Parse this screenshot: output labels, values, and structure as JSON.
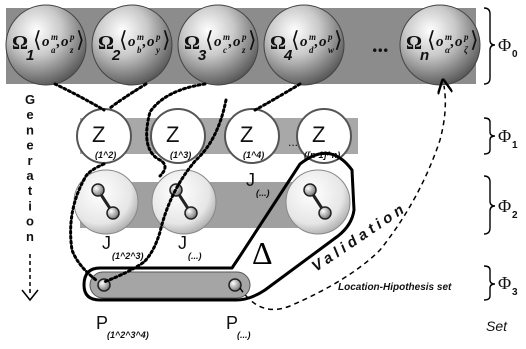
{
  "phi_levels": [
    {
      "symbol": "Φ",
      "sub": "0"
    },
    {
      "symbol": "Φ",
      "sub": "1"
    },
    {
      "symbol": "Φ",
      "sub": "2"
    },
    {
      "symbol": "Φ",
      "sub": "3"
    }
  ],
  "omega_nodes": [
    {
      "index": "1",
      "sub1": "a",
      "sub2": "z"
    },
    {
      "index": "2",
      "sub1": "b",
      "sub2": "y"
    },
    {
      "index": "3",
      "sub1": "c",
      "sub2": "z"
    },
    {
      "index": "4",
      "sub1": "d",
      "sub2": "w"
    },
    {
      "index": "n",
      "sub1": "α",
      "sub2": "ζ"
    }
  ],
  "omega_symbol": "Ω",
  "obs_m": "o",
  "obs_sup_m": "m",
  "obs_sup_p": "p",
  "ellipsis": "...",
  "z_nodes": [
    {
      "label": "Z",
      "sub": "(1^2)"
    },
    {
      "label": "Z",
      "sub": "(1^3)"
    },
    {
      "label": "Z",
      "sub": "(1^4)"
    },
    {
      "label": "Z",
      "sub": "([n-1]^n)"
    }
  ],
  "z_ellipsis": "...",
  "j_labels": [
    {
      "label": "J",
      "sub": "(1^2^3)"
    },
    {
      "label": "J",
      "sub": "(...)"
    },
    {
      "label": "J",
      "sub": "(...)"
    }
  ],
  "p_labels": [
    {
      "label": "P",
      "sub": "(1^2^3^4)"
    },
    {
      "label": "P",
      "sub": "(...)"
    }
  ],
  "delta": "Δ",
  "generation_letters": [
    "G",
    "e",
    "n",
    "e",
    "r",
    "a",
    "t",
    "i",
    "o",
    "n"
  ],
  "validation_letters": [
    "V",
    "a",
    "l",
    "i",
    "d",
    "a",
    "t",
    "i",
    "o",
    "n"
  ],
  "location_hypothesis": "Location-Hipothesis set",
  "set_label": "Set"
}
